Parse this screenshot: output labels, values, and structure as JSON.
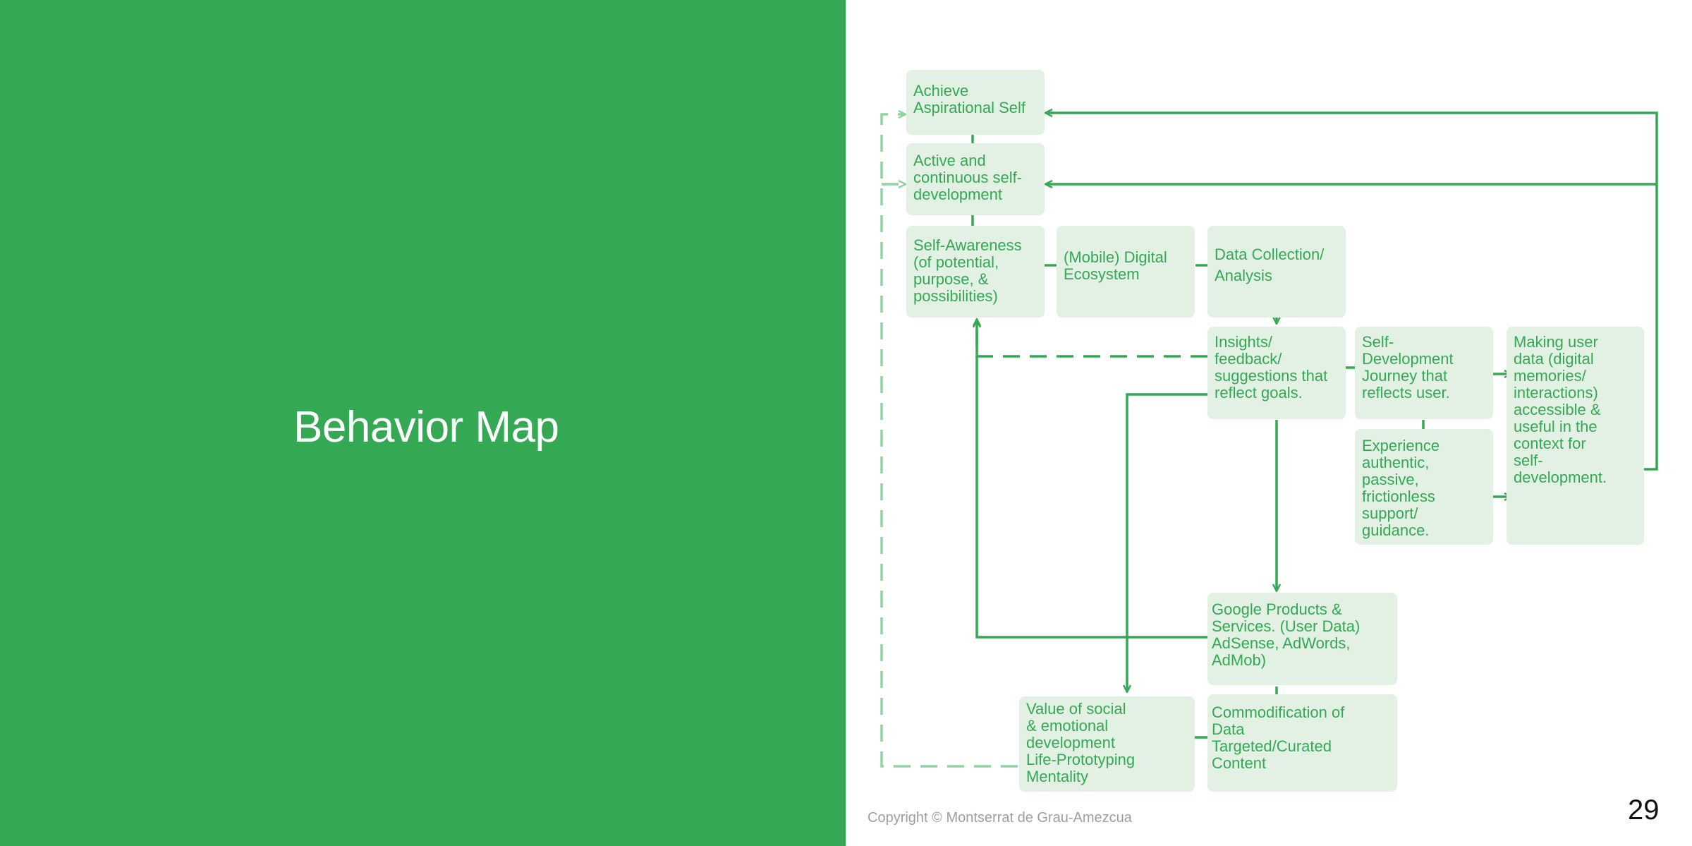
{
  "slide": {
    "title": "Behavior Map",
    "copyright": "Copyright © Montserrat de Grau-Amezcua",
    "page_number": "29"
  },
  "colors": {
    "panel_green": "#34a853",
    "node_fill": "#e2f1e3",
    "node_text": "#34a853",
    "arrow": "#34a853",
    "dashed_arrow": "#8fd3a2"
  },
  "diagram": {
    "nodes": {
      "aspirational": "Achieve\nAspirational Self",
      "active": "Active and\ncontinuous self-\ndevelopment",
      "self_awareness": "Self-Awareness\n(of potential,\npurpose, &\npossibilities)",
      "ecosystem": "(Mobile) Digital\nEcosystem",
      "data_collection": "Data Collection/\nAnalysis",
      "insights": "Insights/\nfeedback/\nsuggestions that\nreflect goals.",
      "journey": "Self-\nDevelopment\nJourney that\nreflects user.",
      "experience": "Experience\nauthentic,\npassive,\nfrictionless\nsupport/\nguidance.",
      "making_data": "Making user\ndata (digital\nmemories/\ninteractions)\naccessible &\nuseful in the\ncontext for\nself-\ndevelopment.",
      "google": "Google Products &\nServices. (User Data)\nAdSense, AdWords,\nAdMob)",
      "commodification": "Commodification of\nData\nTargeted/Curated\nContent",
      "value": "Value of social\n& emotional\ndevelopment\nLife-Prototyping\nMentality"
    }
  }
}
